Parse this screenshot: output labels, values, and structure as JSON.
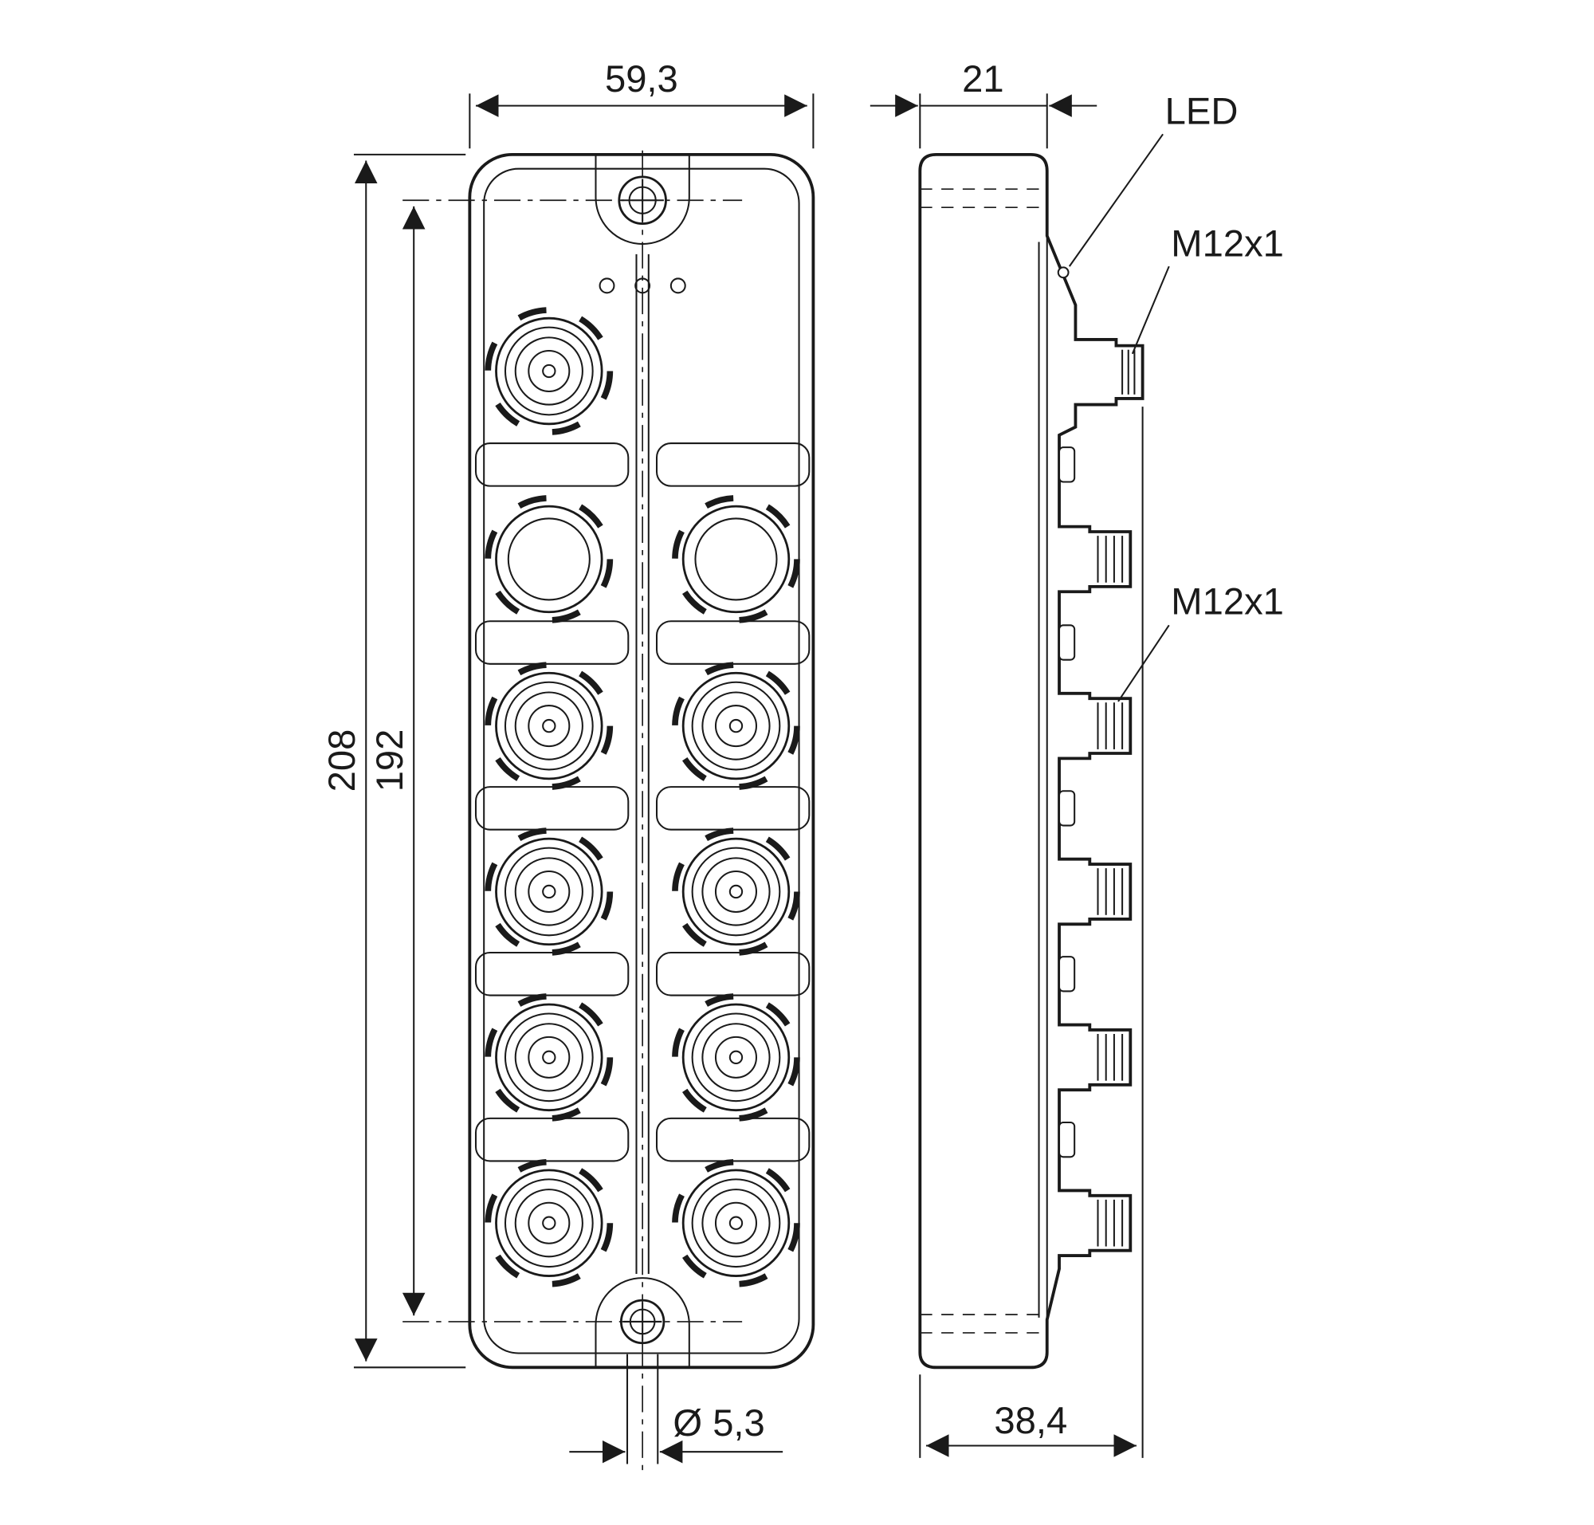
{
  "drawing": {
    "front_view": {
      "width_mm": "59,3",
      "height_mm": "208",
      "hole_spacing_mm": "192",
      "hole_diameter": "Ø 5,3"
    },
    "side_view": {
      "top_depth_mm": "21",
      "total_depth_mm": "38,4",
      "led_label": "LED",
      "top_connector_label": "M12x1",
      "side_connector_label": "M12x1"
    },
    "colors": {
      "line": "#1a1a1a",
      "background": "#ffffff"
    }
  }
}
